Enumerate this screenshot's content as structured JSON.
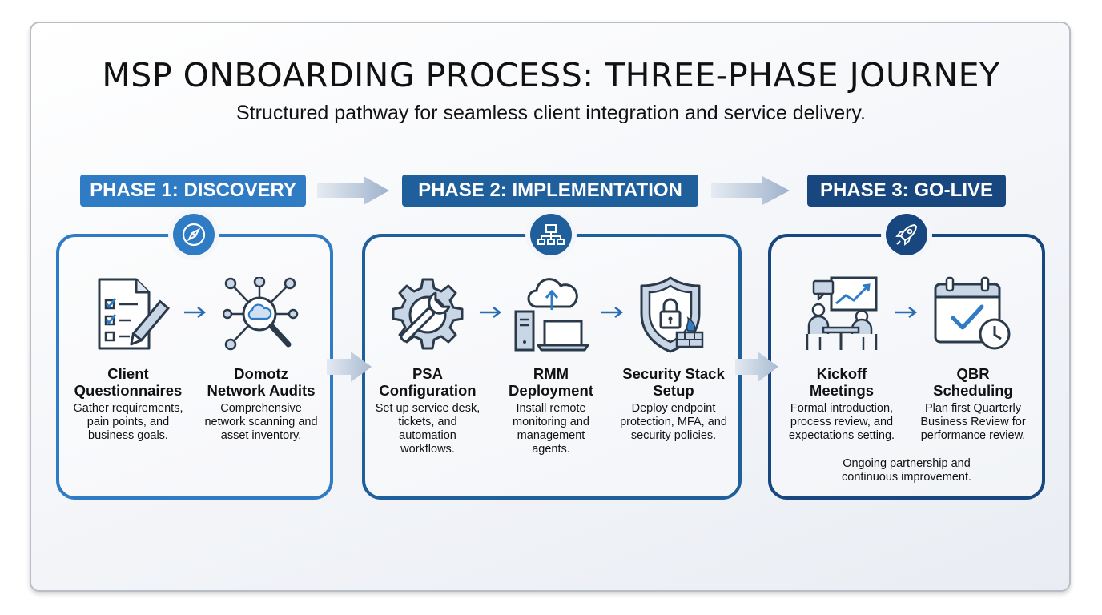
{
  "title": "MSP ONBOARDING PROCESS: THREE-PHASE JOURNEY",
  "subtitle": "Structured pathway for seamless client integration and service delivery.",
  "colors": {
    "phase1": "#2f7cc4",
    "phase2": "#1f5f9c",
    "phase3": "#17477e",
    "arrow": "#b8c6d8"
  },
  "phases": [
    {
      "label": "PHASE 1: DISCOVERY",
      "icon": "compass-icon",
      "steps": [
        {
          "icon": "questionnaire-icon",
          "title_line1": "Client",
          "title_line2": "Questionnaires",
          "desc_line1": "Gather requirements,",
          "desc_line2": "pain points, and",
          "desc_line3": "business goals."
        },
        {
          "icon": "network-audit-icon",
          "title_line1": "Domotz",
          "title_line2": "Network Audits",
          "desc_line1": "Comprehensive",
          "desc_line2": "network scanning and",
          "desc_line3": "asset inventory."
        }
      ]
    },
    {
      "label": "PHASE 2: IMPLEMENTATION",
      "icon": "network-icon",
      "steps": [
        {
          "icon": "gear-wrench-icon",
          "title_line1": "PSA",
          "title_line2": "Configuration",
          "desc_line1": "Set up service desk,",
          "desc_line2": "tickets, and",
          "desc_line3": "automation",
          "desc_line4": "workflows."
        },
        {
          "icon": "cloud-computer-icon",
          "title_line1": "RMM",
          "title_line2": "Deployment",
          "desc_line1": "Install remote",
          "desc_line2": "monitoring and",
          "desc_line3": "management",
          "desc_line4": "agents."
        },
        {
          "icon": "shield-lock-icon",
          "title_line1": "Security Stack",
          "title_line2": "Setup",
          "desc_line1": "Deploy endpoint",
          "desc_line2": "protection, MFA, and",
          "desc_line3": "security policies."
        }
      ]
    },
    {
      "label": "PHASE 3: GO-LIVE",
      "icon": "rocket-icon",
      "steps": [
        {
          "icon": "meeting-icon",
          "title_line1": "Kickoff",
          "title_line2": "Meetings",
          "desc_line1": "Formal introduction,",
          "desc_line2": "process review, and",
          "desc_line3": "expectations setting."
        },
        {
          "icon": "calendar-check-icon",
          "title_line1": "QBR",
          "title_line2": "Scheduling",
          "desc_line1": "Plan first Quarterly",
          "desc_line2": "Business Review for",
          "desc_line3": "performance review."
        }
      ],
      "note_line1": "Ongoing partnership and",
      "note_line2": "continuous improvement."
    }
  ]
}
